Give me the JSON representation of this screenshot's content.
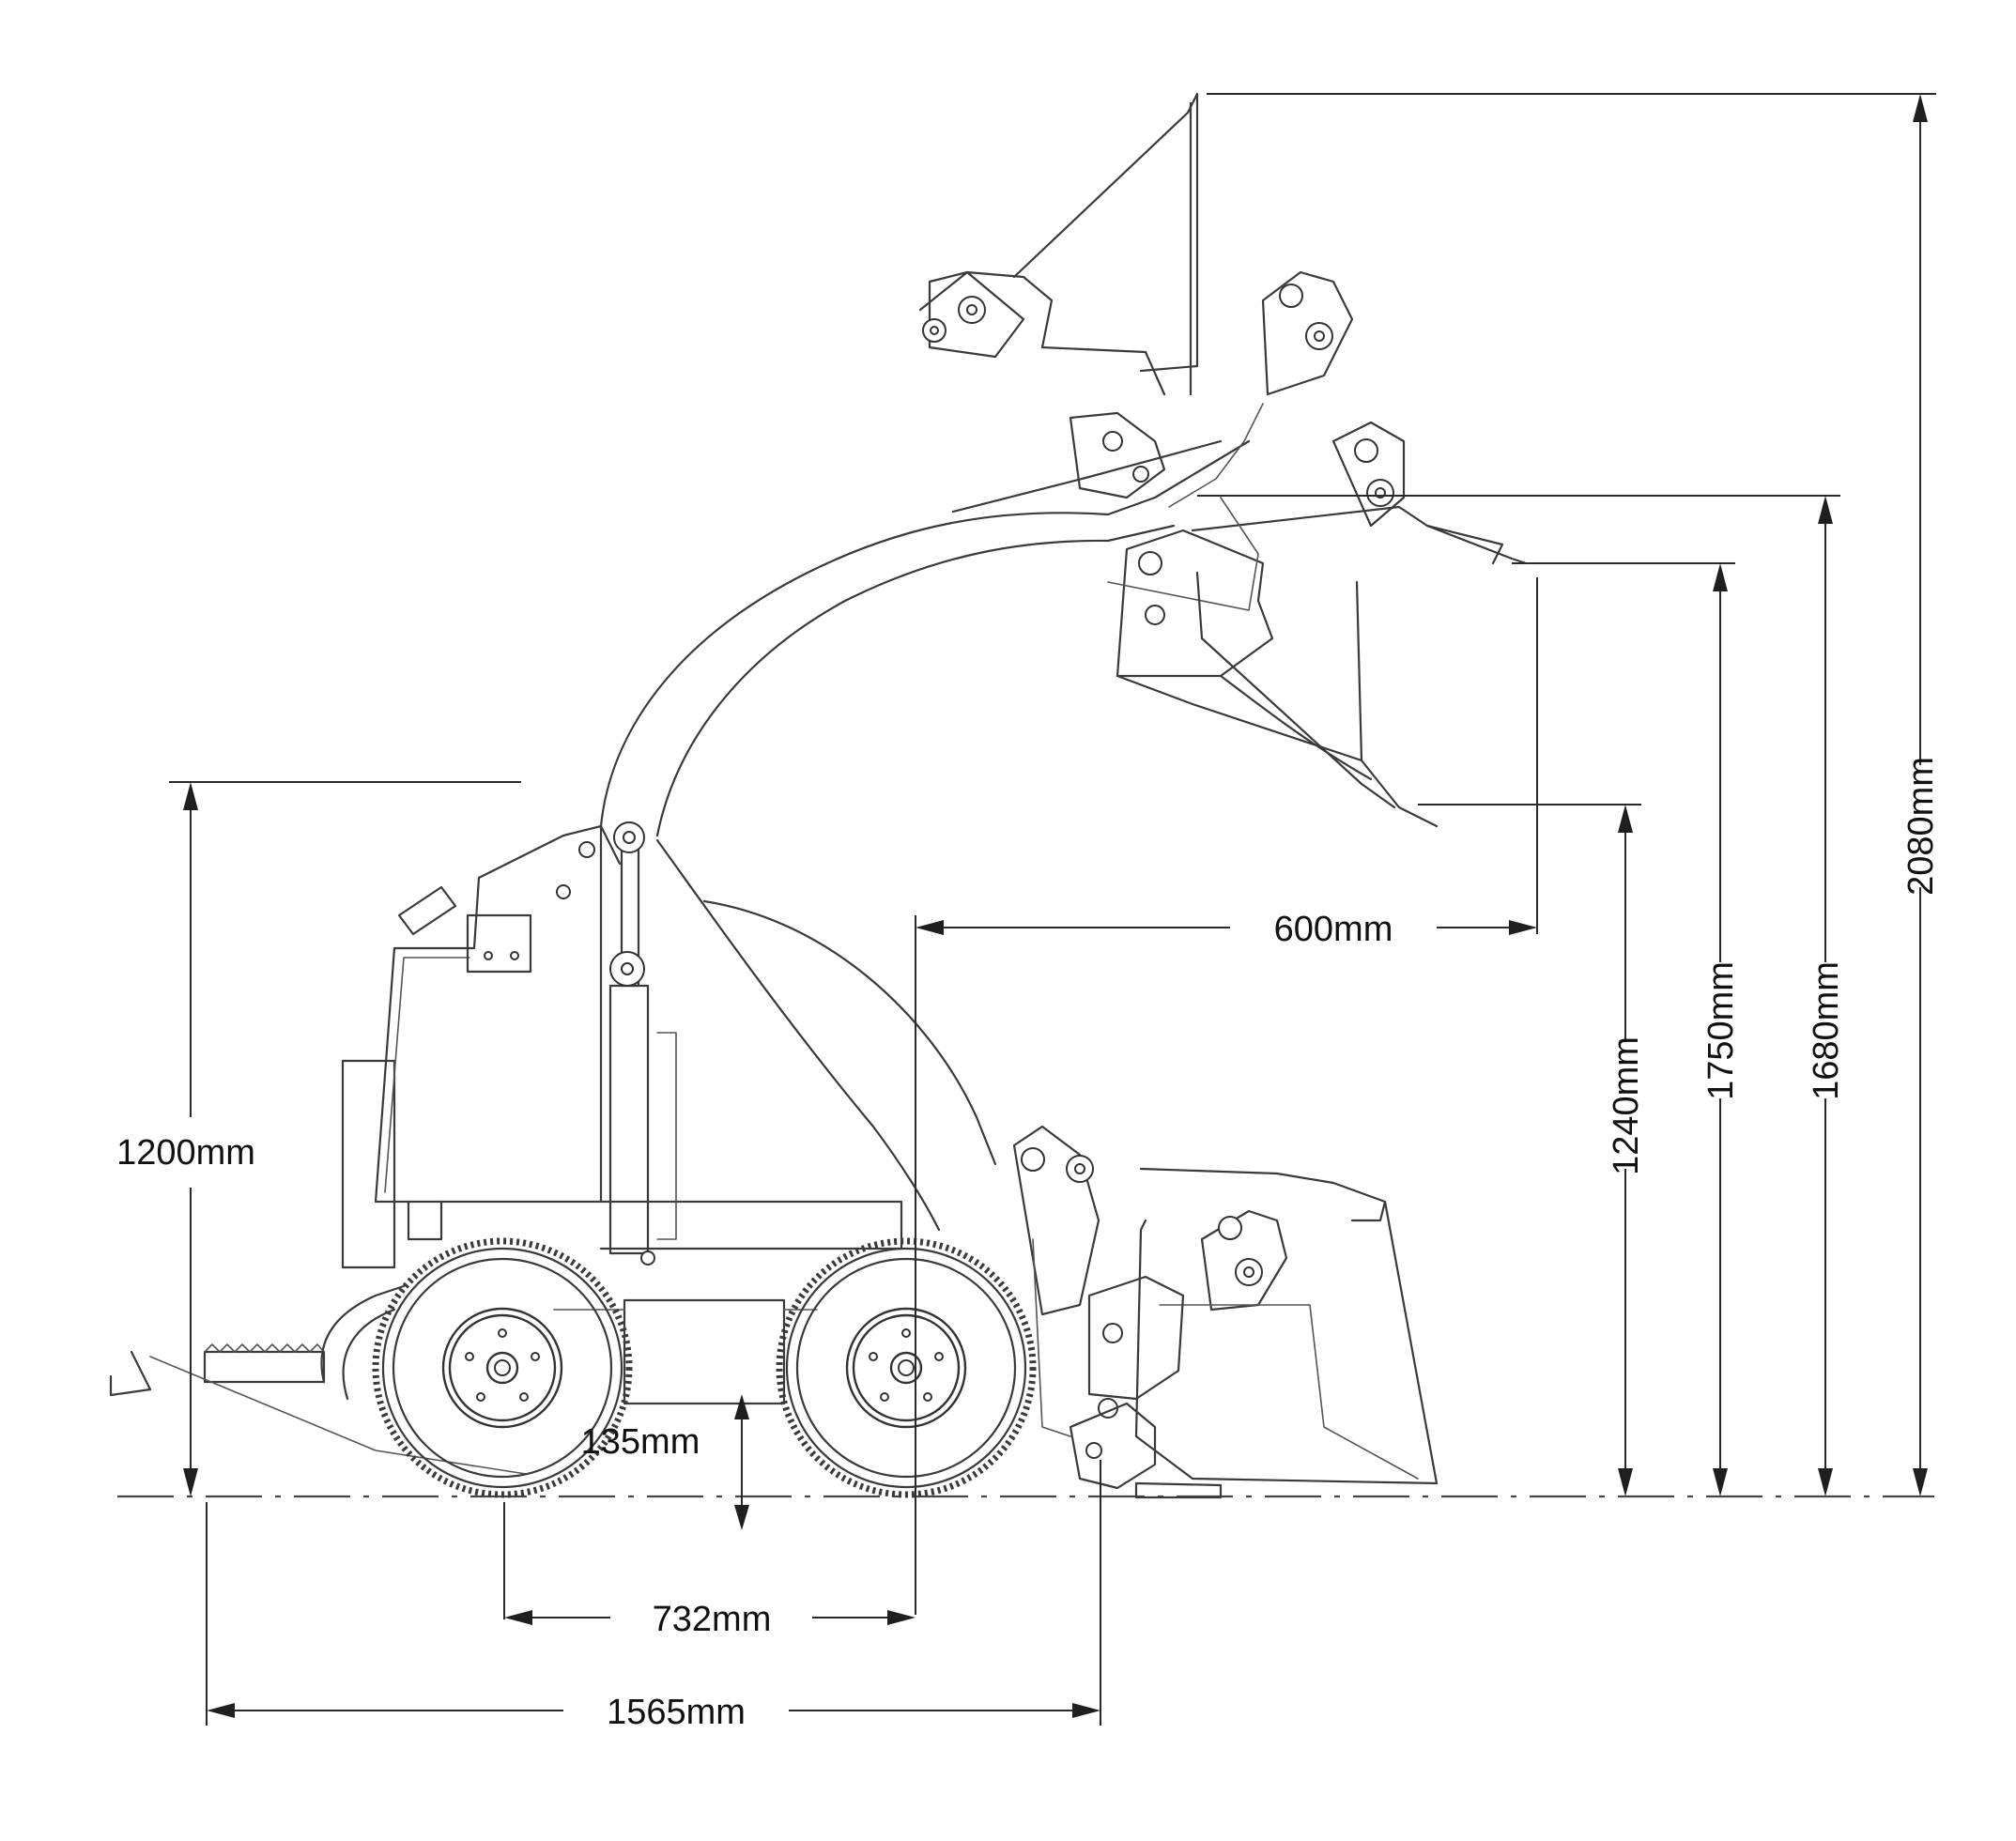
{
  "dimensions": {
    "overall_height": "2080mm",
    "hinge_pin_height": "1680mm",
    "bucket_lip_height": "1750mm",
    "dump_height": "1240mm",
    "machine_height": "1200mm",
    "dump_reach": "600mm",
    "ground_clearance": "135mm",
    "wheelbase": "732mm",
    "overall_length": "1565mm"
  },
  "colors": {
    "line": "#3a3a3a",
    "dimension": "#2a2a2a",
    "background": "#ffffff"
  }
}
